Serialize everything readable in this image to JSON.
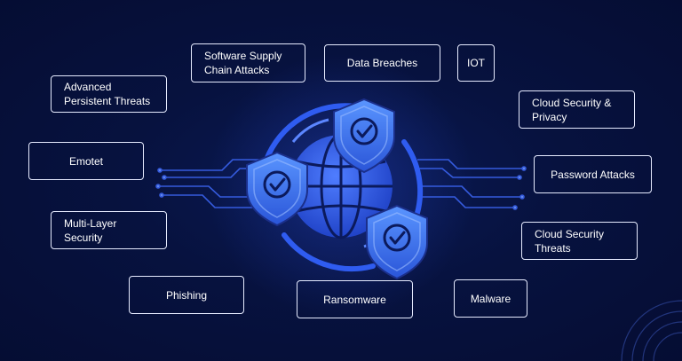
{
  "topics": [
    {
      "label": "Software Supply\nChain Attacks"
    },
    {
      "label": "Data Breaches"
    },
    {
      "label": "IOT"
    },
    {
      "label": "Advanced\nPersistent Threats"
    },
    {
      "label": "Cloud Security &\nPrivacy"
    },
    {
      "label": "Emotet"
    },
    {
      "label": "Password Attacks"
    },
    {
      "label": "Multi-Layer\nSecurity"
    },
    {
      "label": "Cloud Security\nThreats"
    },
    {
      "label": "Phishing"
    },
    {
      "label": "Ransomware"
    },
    {
      "label": "Malware"
    }
  ],
  "colors": {
    "background": "#06103a",
    "globe": "#2f5cf0",
    "shield": "#4a86ff",
    "box_border": "#e6ebff"
  },
  "icons": [
    "globe-icon",
    "shield-check-icon",
    "circuit-lines"
  ]
}
